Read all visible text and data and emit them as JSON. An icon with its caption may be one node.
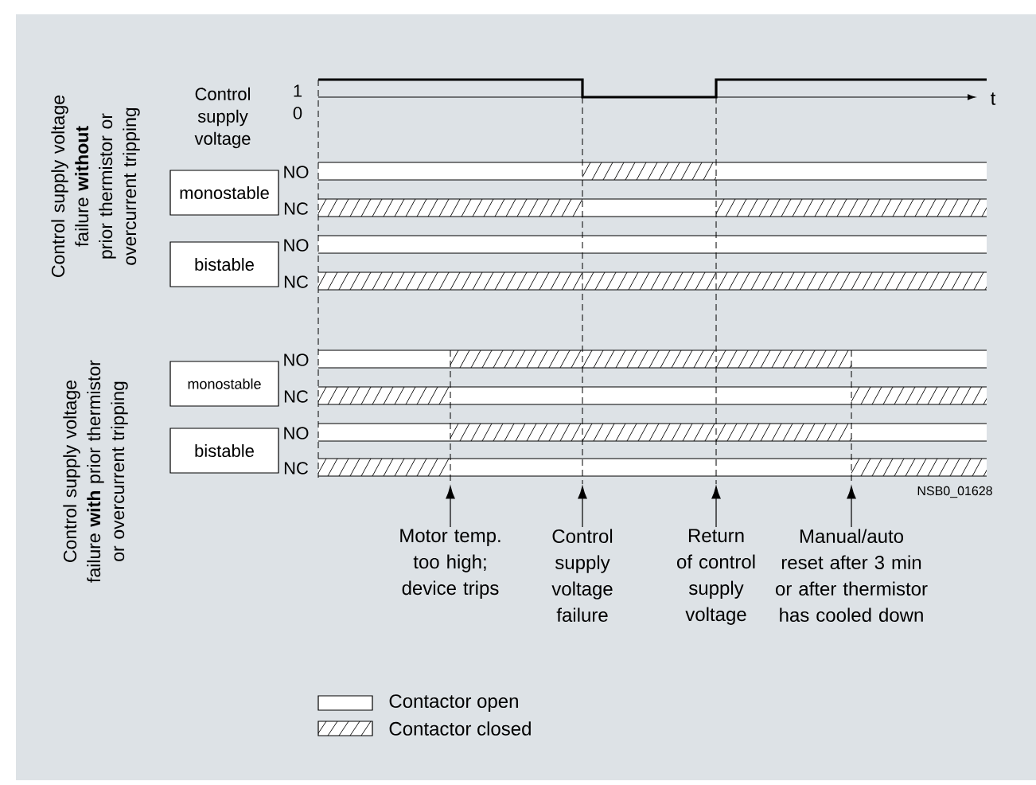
{
  "diagram": {
    "nodes": [
      {
        "text": [
          "monostable"
        ]
      },
      {
        "text": [
          "bistable"
        ]
      },
      {
        "text": [
          "monostable"
        ]
      },
      {
        "text": [
          "bistable"
        ]
      },
      {
        "text": [
          "Motor temp. too high; device trips"
        ]
      },
      {
        "text": [
          "Control supply voltage failure"
        ]
      },
      {
        "text": [
          "Return of control supply voltage"
        ]
      },
      {
        "text": [
          "Manual/auto reset after 3 min",
          "or after thermistor has cooled down"
        ]
      },
      {
        "text": [],
        "shape": "line"
      },
      {
        "text": [],
        "shape": "line"
      },
      {
        "text": [],
        "shape": "line"
      },
      {
        "text": [],
        "shape": "line"
      }
    ],
    "edges": [
      {
        "from": 4,
        "to": 8,
        "arrow": "to"
      },
      {
        "from": 5,
        "to": 9,
        "arrow": "to"
      },
      {
        "from": 6,
        "to": 10,
        "arrow": "to"
      },
      {
        "from": 7,
        "to": 11,
        "arrow": "to"
      }
    ],
    "labels": [
      "Control supply voltage failure **without** prior thermistor or overcurrent tripping",
      "Control supply voltage",
      "1",
      "0",
      "t",
      "NO",
      "NC",
      "NO",
      "NC",
      "Control supply voltage failure **with** prior thermistor or overcurrent tripping",
      "NO",
      "NC",
      "NO",
      "NC",
      "NSB0_01628"
    ],
    "legend": [
      {
        "text": "Contactor open"
      },
      {
        "text": "Contactor closed"
      }
    ]
  }
}
